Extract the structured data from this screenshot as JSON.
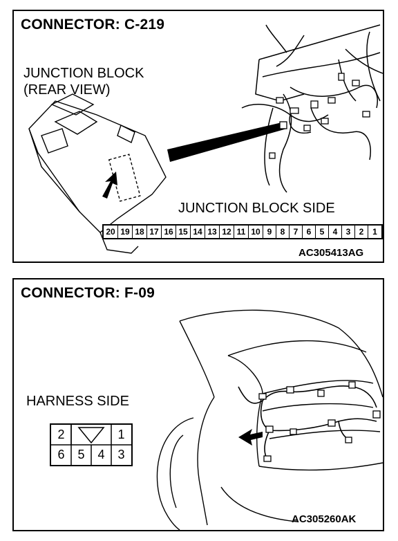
{
  "panel_top": {
    "title": "CONNECTOR: C-219",
    "junction_label_line1": "JUNCTION BLOCK",
    "junction_label_line2": "(REAR VIEW)",
    "side_label": "JUNCTION BLOCK SIDE",
    "pins": [
      "20",
      "19",
      "18",
      "17",
      "16",
      "15",
      "14",
      "13",
      "12",
      "11",
      "10",
      "9",
      "8",
      "7",
      "6",
      "5",
      "4",
      "3",
      "2",
      "1"
    ],
    "code": "AC305413AG"
  },
  "panel_bottom": {
    "title": "CONNECTOR: F-09",
    "harness_label": "HARNESS SIDE",
    "pins_row1": [
      "2",
      "1"
    ],
    "pins_row2": [
      "6",
      "5",
      "4",
      "3"
    ],
    "code": "AC305260AK"
  }
}
